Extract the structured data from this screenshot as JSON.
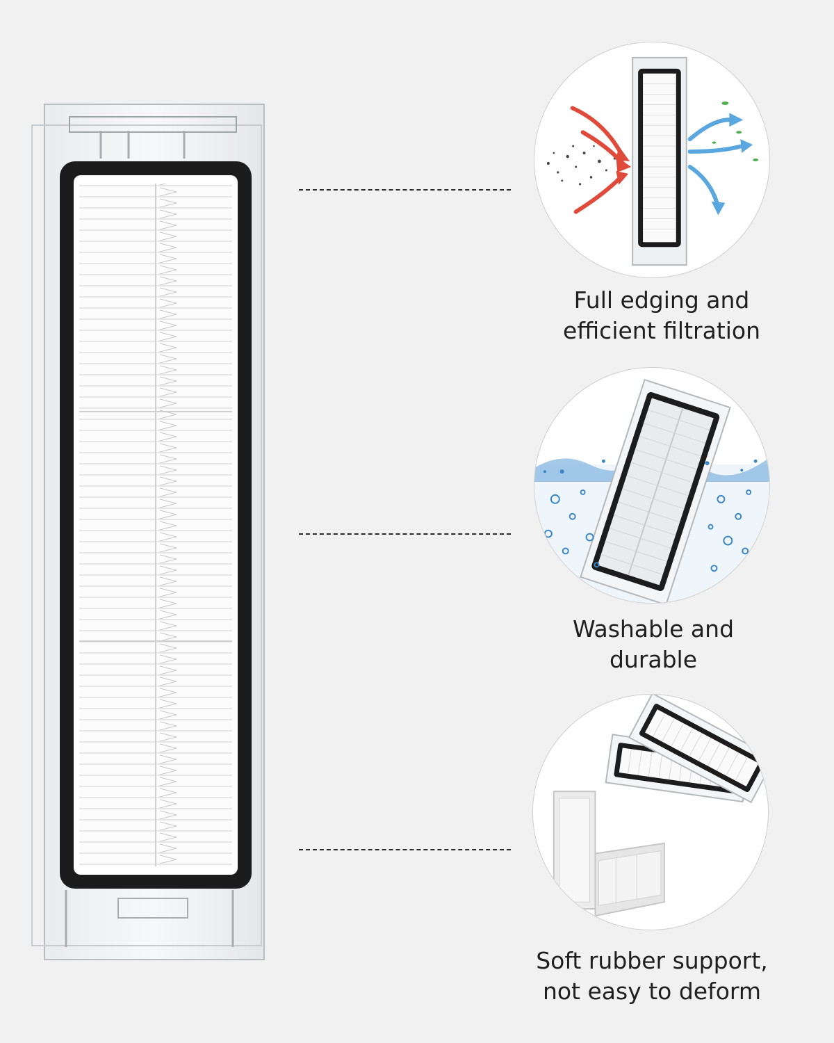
{
  "features": [
    {
      "lines": [
        "Full edging and",
        "efficient filtration"
      ],
      "icon": "airflow-filter-icon"
    },
    {
      "lines": [
        "Washable and",
        "durable"
      ],
      "icon": "water-wash-icon"
    },
    {
      "lines": [
        "Soft rubber support,",
        "not easy to deform"
      ],
      "icon": "filter-pair-icon"
    }
  ],
  "colors": {
    "background": "#f1f1f1",
    "gasket": "#1c1c1c",
    "pleat": "#fafafa",
    "airflow_in": "#e04a3a",
    "airflow_out": "#5aa7e0",
    "water": "#3d86c6"
  }
}
